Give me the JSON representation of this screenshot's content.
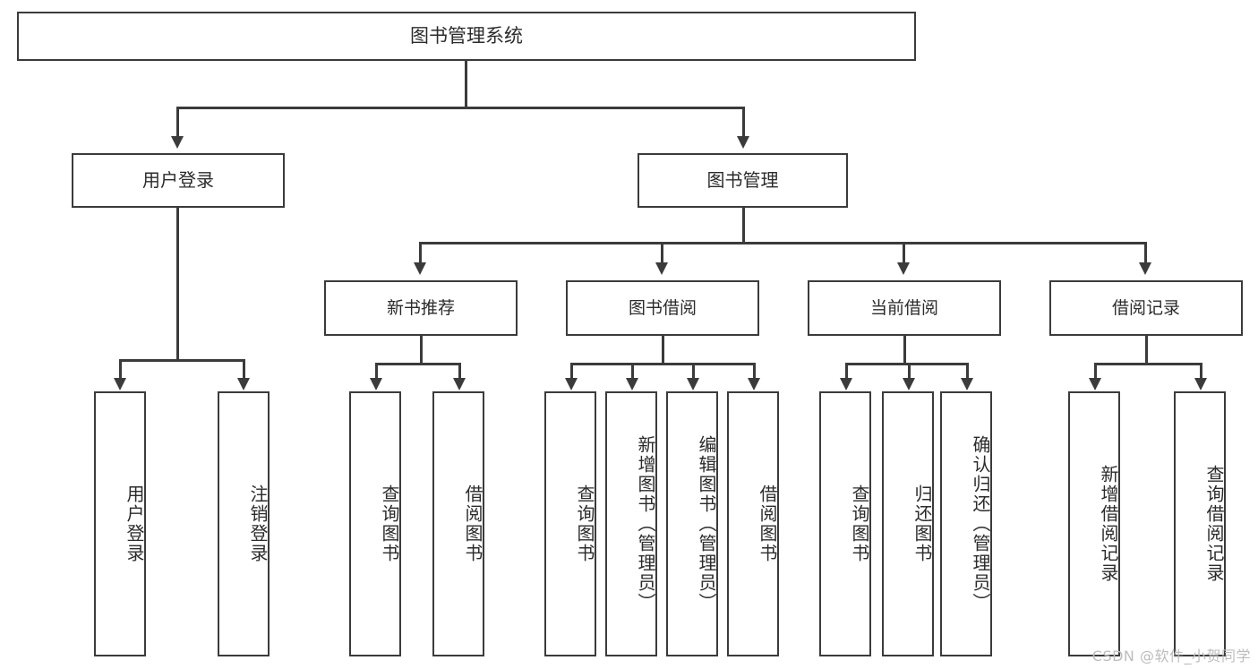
{
  "diagram": {
    "type": "tree",
    "title": "图书管理系统",
    "colors": {
      "box_border": "#3b3b3b",
      "box_fill": "#ffffff",
      "text": "#2b2b2b",
      "connector": "#3b3b3b",
      "watermark": "#bdbdbd",
      "background": "#ffffff"
    },
    "root": {
      "label": "图书管理系统"
    },
    "level2": [
      {
        "label": "用户登录"
      },
      {
        "label": "图书管理"
      }
    ],
    "level3": [
      {
        "label": "新书推荐"
      },
      {
        "label": "图书借阅"
      },
      {
        "label": "当前借阅"
      },
      {
        "label": "借阅记录"
      }
    ],
    "leaves": {
      "user_login": [
        {
          "label": "用户登录"
        },
        {
          "label": "注销登录"
        }
      ],
      "new_book": [
        {
          "label": "查询图书"
        },
        {
          "label": "借阅图书"
        }
      ],
      "book_borrow": [
        {
          "label": "查询图书"
        },
        {
          "label": "新增图书（管理员）"
        },
        {
          "label": "编辑图书（管理员）"
        },
        {
          "label": "借阅图书"
        }
      ],
      "current_borrow": [
        {
          "label": "查询图书"
        },
        {
          "label": "归还图书"
        },
        {
          "label": "确认归还（管理员）"
        }
      ],
      "borrow_record": [
        {
          "label": "新增借阅记录"
        },
        {
          "label": "查询借阅记录"
        }
      ]
    }
  },
  "watermark": {
    "text": "CSDN @软件_小贺同学"
  }
}
